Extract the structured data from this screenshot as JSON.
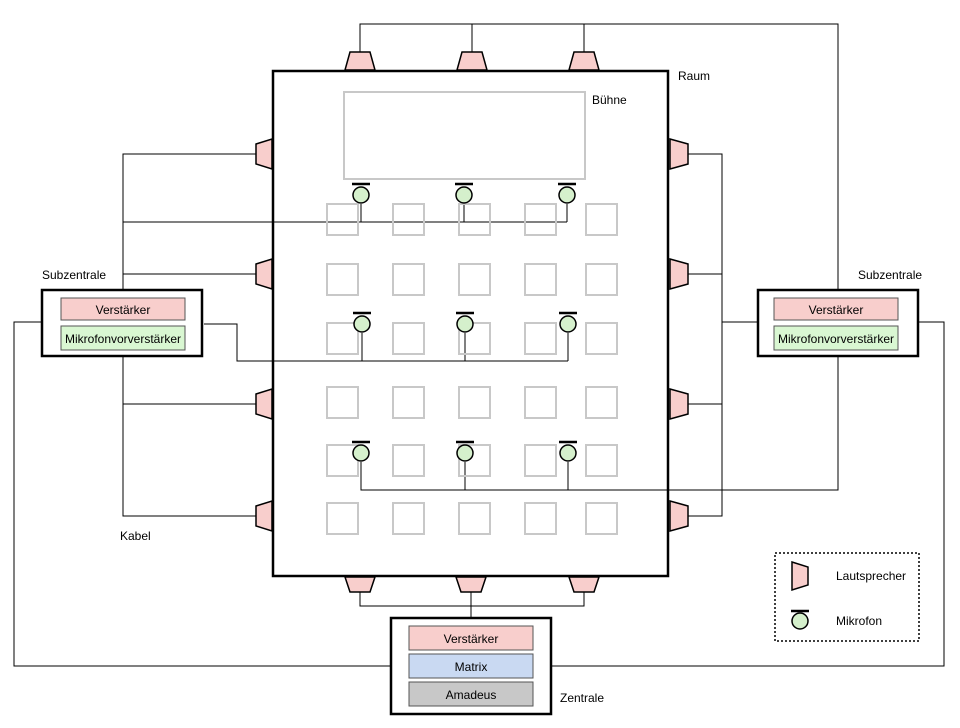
{
  "labels": {
    "raum": "Raum",
    "buehne": "Bühne",
    "subzentrale_left": "Subzentrale",
    "subzentrale_right": "Subzentrale",
    "kabel": "Kabel",
    "zentrale": "Zentrale"
  },
  "subzentrale_left_box": {
    "verstaerker": "Verstärker",
    "mikrofonvorverstaerker": "Mikrofonvorverstärker"
  },
  "subzentrale_right_box": {
    "verstaerker": "Verstärker",
    "mikrofonvorverstaerker": "Mikrofonvorverstärker"
  },
  "zentrale_box": {
    "verstaerker": "Verstärker",
    "matrix": "Matrix",
    "amadeus": "Amadeus"
  },
  "legend": {
    "lautsprecher": "Lautsprecher",
    "mikrofon": "Mikrofon"
  },
  "colors": {
    "speaker_fill": "#f8cecc",
    "mic_fill": "#d5f0cc",
    "verstaerker_fill": "#f8cecc",
    "mikrofonvorverstaerker_fill": "#d9f7d2",
    "matrix_fill": "#c9d9f2",
    "amadeus_fill": "#c8c8c8",
    "seat_stroke": "#c8c8c8"
  }
}
